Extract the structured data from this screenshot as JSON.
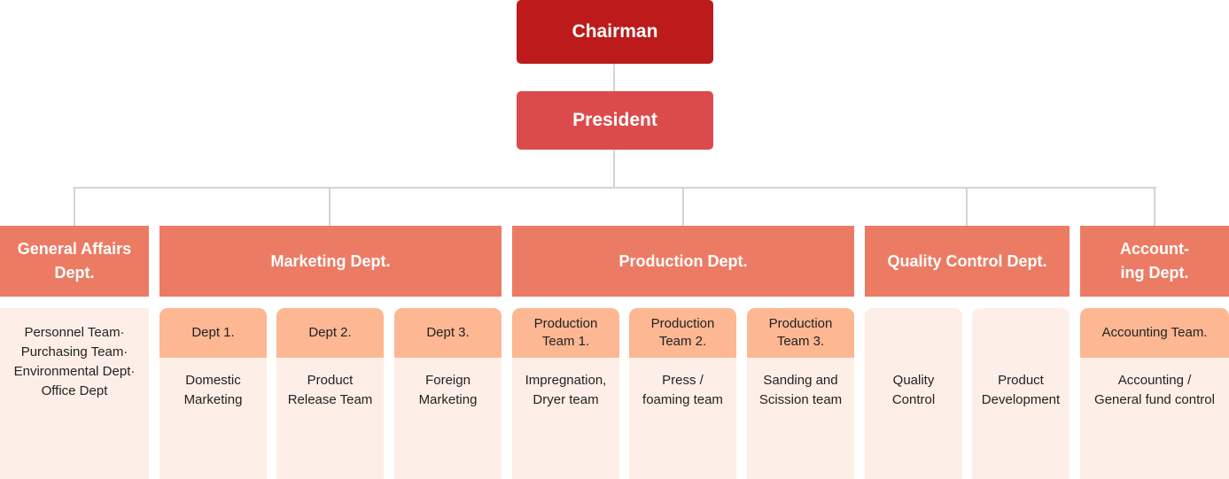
{
  "chairman": "Chairman",
  "president": "President",
  "depts": {
    "general": "General Affairs\nDept.",
    "marketing": "Marketing Dept.",
    "production": "Production Dept.",
    "quality": "Quality Control Dept.",
    "accounting": "Account-\ning Dept."
  },
  "teams": {
    "general_body": "Personnel Team·\nPurchasing Team·\nEnvironmental Dept·\nOffice Dept",
    "mkt1_head": "Dept 1.",
    "mkt1_body": "Domestic\nMarketing",
    "mkt2_head": "Dept 2.",
    "mkt2_body": "Product\nRelease Team",
    "mkt3_head": "Dept 3.",
    "mkt3_body": "Foreign\nMarketing",
    "prod1_head": "Production\nTeam 1.",
    "prod1_body": "Impregnation,\nDryer team",
    "prod2_head": "Production\nTeam 2.",
    "prod2_body": "Press /\nfoaming team",
    "prod3_head": "Production\nTeam 3.",
    "prod3_body": "Sanding and\nScission team",
    "qc1_body": "Quality\nControl",
    "qc2_body": "Product\nDevelopment",
    "acc_head": "Accounting Team.",
    "acc_body": "Accounting /\nGeneral fund control"
  },
  "colors": {
    "chairman": "#bd1b1b",
    "president": "#dc4b4b",
    "dept": "#ec7b64",
    "team_head": "#fdb793",
    "team_body": "#fdefe8",
    "connector": "#d4d4d4"
  }
}
